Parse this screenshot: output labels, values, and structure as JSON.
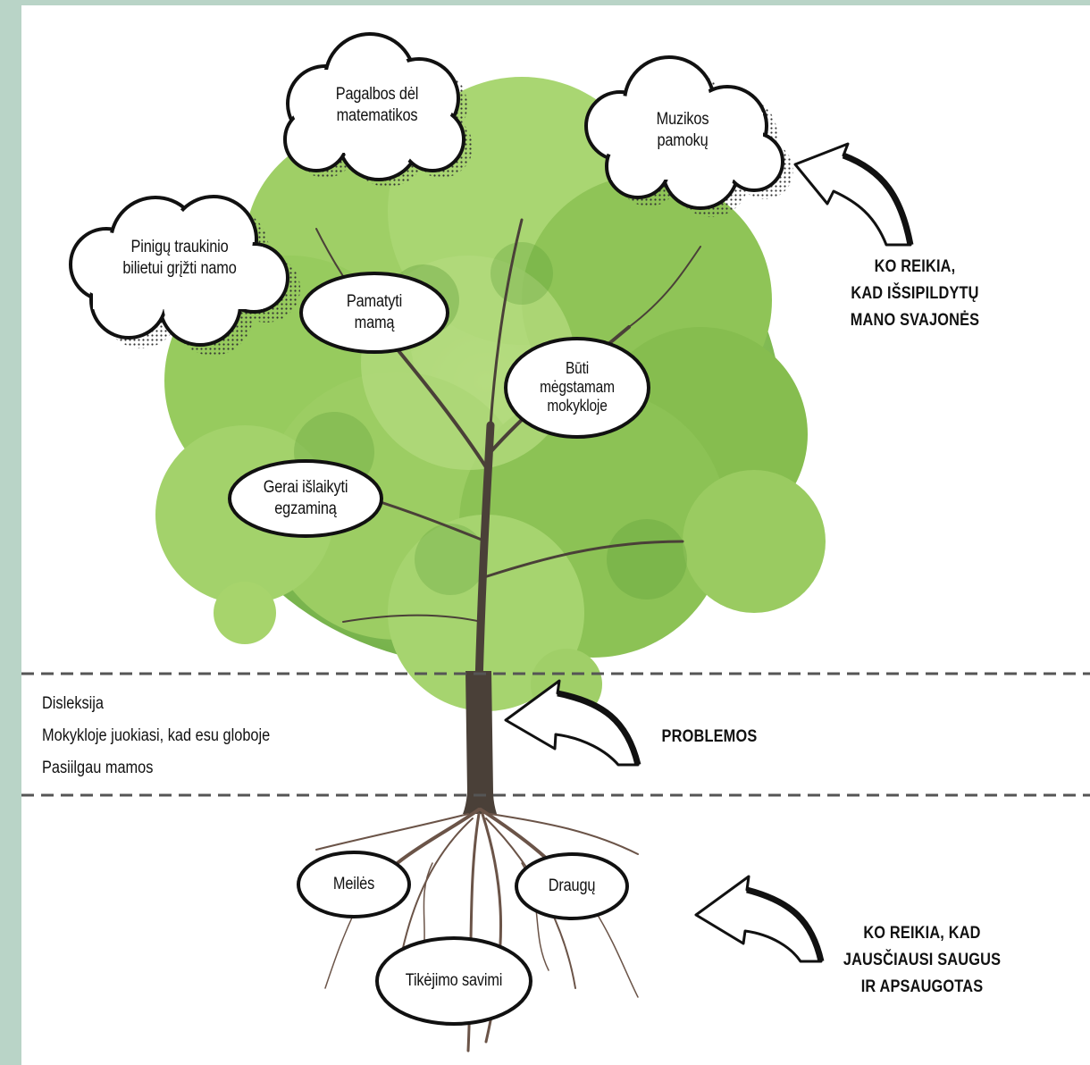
{
  "clouds": {
    "math_help": [
      "Pagalbos dėl",
      "matematikos"
    ],
    "music_lessons": [
      "Muzikos",
      "pamokų"
    ],
    "train_money": [
      "Pinigų traukinio",
      "bilietui grįžti namo"
    ]
  },
  "ovals": {
    "see_mom": [
      "Pamatyti",
      "mamą"
    ],
    "liked_at_school": [
      "Būti",
      "mėgstamam",
      "mokykloje"
    ],
    "pass_exam": [
      "Gerai išlaikyti",
      "egzaminą"
    ],
    "love": "Meilės",
    "friends": "Draugų",
    "self_belief": "Tikėjimo savimi"
  },
  "captions": {
    "dreams": [
      "KO REIKIA,",
      "KAD IŠSIPILDYTŲ",
      "MANO SVAJONĖS"
    ],
    "problems": "PROBLEMOS",
    "safety": [
      "KO REIKIA, KAD",
      "JAUSČIAUSI SAUGUS",
      "IR APSAUGOTAS"
    ]
  },
  "problems_list": [
    "Disleksija",
    "Mokykloje juokiasi, kad esu globoje",
    "Pasiilgau mamos"
  ],
  "colors": {
    "background": "#b9d4c7",
    "foliage_light": "#a7d46c",
    "foliage_dark": "#5b9a36",
    "trunk": "#4a4038",
    "roots": "#6b5448",
    "ink": "#111111",
    "divider": "#555555"
  }
}
